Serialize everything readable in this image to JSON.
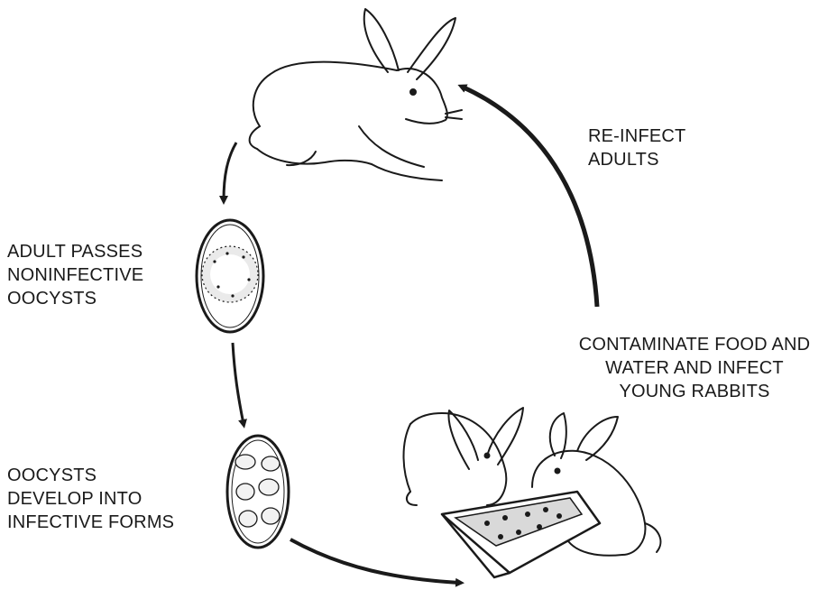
{
  "labels": {
    "reinfect": [
      "RE-INFECT",
      "ADULTS"
    ],
    "adult_passes": [
      "ADULT PASSES",
      "NONINFECTIVE",
      "OOCYSTS"
    ],
    "contaminate": [
      "CONTAMINATE FOOD AND",
      "WATER AND INFECT",
      "YOUNG RABBITS"
    ],
    "oocysts_develop": [
      "OOCYSTS",
      "DEVELOP INTO",
      "INFECTIVE FORMS"
    ]
  },
  "colors": {
    "ink": "#1a1a1a",
    "background": "#ffffff"
  },
  "icons": [
    "adult-rabbit",
    "noninfective-oocyst",
    "infective-oocyst",
    "young-rabbits-feeding",
    "food-trough"
  ]
}
